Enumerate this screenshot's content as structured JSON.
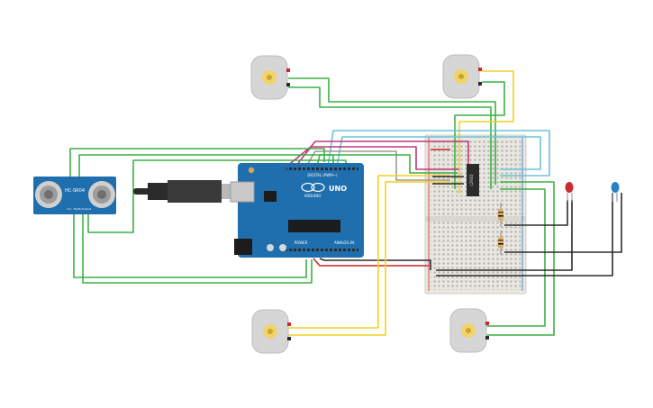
{
  "sensor": {
    "model": "HC-SR04",
    "pin_labels": [
      "Vcc",
      "Trig",
      "Echo",
      "Gnd"
    ]
  },
  "arduino": {
    "brand": "ARDUINO",
    "model": "UNO",
    "digital_label": "DIGITAL (PWM~)",
    "power_label": "POWER",
    "analog_label": "ANALOG IN"
  },
  "ic": {
    "label": "L293D"
  },
  "components": {
    "motors": [
      "motor-top-left",
      "motor-top-right",
      "motor-bottom-left",
      "motor-bottom-right"
    ],
    "leds": [
      {
        "name": "led-red",
        "color": "#cc2b2b"
      },
      {
        "name": "led-blue",
        "color": "#2a7fc9"
      }
    ]
  },
  "colors": {
    "board_blue": "#1f6fae",
    "breadboard": "#e9e7e2",
    "wire_green": "#3cb043",
    "wire_yellow": "#f2d021",
    "wire_cyan": "#6cc3d8",
    "wire_black": "#2b2b2b",
    "wire_red": "#d2232a",
    "wire_pink": "#c2367a",
    "wire_gray": "#9a9a9a"
  }
}
